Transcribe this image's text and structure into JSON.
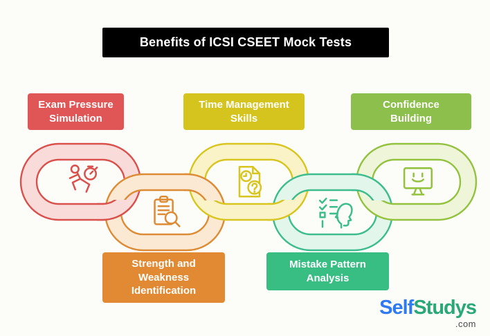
{
  "page": {
    "background": "#fcfcf9"
  },
  "title": {
    "text": "Benefits of ICSI CSEET Mock Tests",
    "bg": "#000000",
    "color": "#ffffff"
  },
  "benefits": [
    {
      "id": "exam-pressure-simulation",
      "label": "Exam Pressure Simulation",
      "label_color": "#e05656",
      "link_stroke": "#d9504c",
      "link_fill": "#f9dcd9",
      "icon": "runner-stopwatch-icon",
      "label_position": "top"
    },
    {
      "id": "strength-weakness-identification",
      "label": "Strength and Weakness Identification",
      "label_color": "#e18a33",
      "link_stroke": "#dd8b35",
      "link_fill": "#fbe9d4",
      "icon": "clipboard-search-icon",
      "label_position": "bottom"
    },
    {
      "id": "time-management-skills",
      "label": "Time Management Skills",
      "label_color": "#d5c41e",
      "link_stroke": "#d8c51f",
      "link_fill": "#faf3c8",
      "icon": "document-clock-question-icon",
      "label_position": "top"
    },
    {
      "id": "mistake-pattern-analysis",
      "label": "Mistake Pattern Analysis",
      "label_color": "#38bd83",
      "link_stroke": "#3dbd8d",
      "link_fill": "#e2f6ec",
      "icon": "checklist-head-icon",
      "label_position": "bottom"
    },
    {
      "id": "confidence-building",
      "label": "Confidence Building",
      "label_color": "#8cbf4b",
      "link_stroke": "#93c23f",
      "link_fill": "#eef5d9",
      "icon": "monitor-smile-icon",
      "label_position": "top"
    }
  ],
  "logo": {
    "part1": "Self",
    "part1_color": "#2f7af0",
    "part2": "Studys",
    "part2_color": "#2aa878",
    "suffix": ".com",
    "suffix_color": "#4a4a4a"
  }
}
